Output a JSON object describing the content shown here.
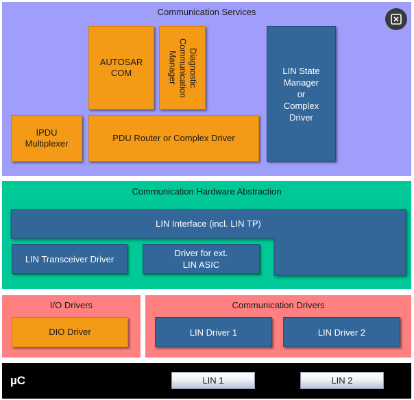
{
  "colors": {
    "services_bg": "#9f9ffb",
    "hw_abstraction_bg": "#00c896",
    "drivers_bg": "#ff8080",
    "uc_bg": "#000000",
    "module_orange": "#f59a17",
    "module_blue": "#336699"
  },
  "communication_services": {
    "title": "Communication Services",
    "autosar_com": [
      "AUTOSAR",
      "COM"
    ],
    "dcm": [
      "Diagnostic",
      "Communication",
      "Manager"
    ],
    "lin_state_manager": [
      "LIN State",
      "Manager",
      "or",
      "Complex",
      "Driver"
    ],
    "ipdu_multiplexer": [
      "IPDU",
      "Multiplexer"
    ],
    "pdu_router": "PDU Router or Complex Driver"
  },
  "communication_hw_abstraction": {
    "title": "Communication Hardware Abstraction",
    "lin_interface": "LIN Interface (incl. LIN TP)",
    "lin_transceiver_driver": "LIN Transceiver Driver",
    "driver_ext_asic": [
      "Driver for ext.",
      "LIN ASIC"
    ]
  },
  "io_drivers": {
    "title": "I/O Drivers",
    "dio_driver": "DIO Driver"
  },
  "communication_drivers": {
    "title": "Communication Drivers",
    "lin_driver_1": "LIN Driver 1",
    "lin_driver_2": "LIN Driver 2"
  },
  "microcontroller": {
    "label": "µC",
    "lin_1": "LIN 1",
    "lin_2": "LIN 2"
  },
  "close_icon": "close-icon"
}
